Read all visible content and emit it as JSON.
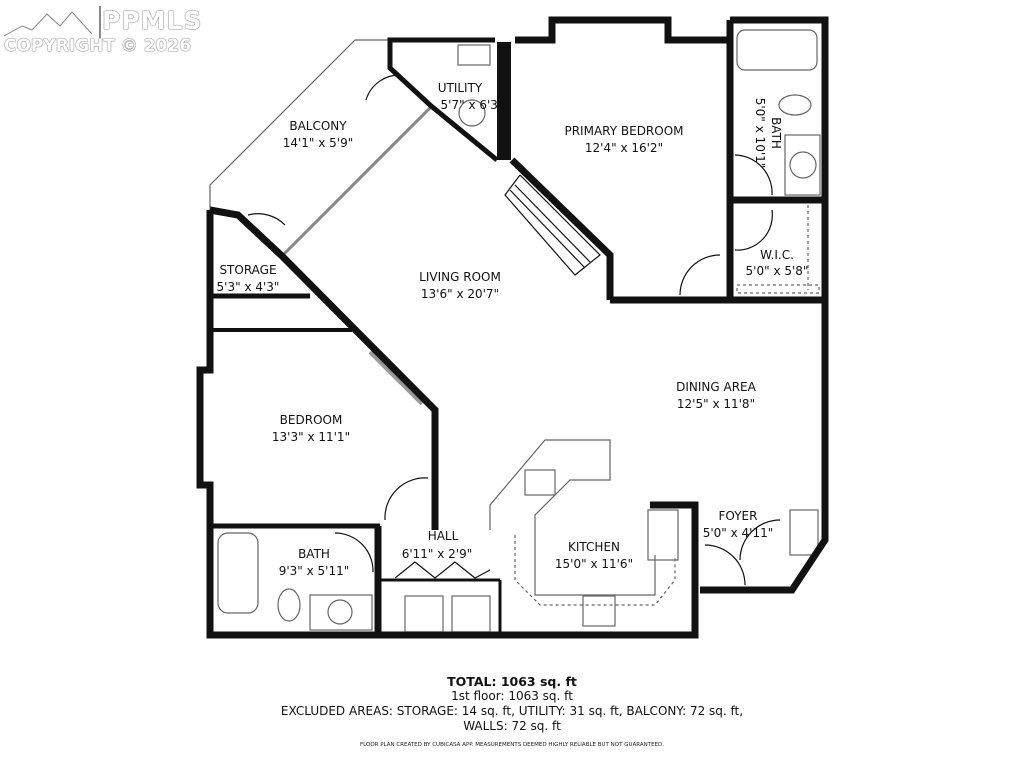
{
  "watermark": {
    "brand": "PPMLS",
    "copyright": "COPYRIGHT © 2026"
  },
  "rooms": {
    "balcony": {
      "name": "BALCONY",
      "dims": "14'1\" x 5'9\""
    },
    "utility": {
      "name": "UTILITY",
      "dims": "5'7\" x 6'3\""
    },
    "primary_bedroom": {
      "name": "PRIMARY BEDROOM",
      "dims": "12'4\" x 16'2\""
    },
    "primary_bath": {
      "name": "BATH",
      "dims": "5'0\" x 10'1\""
    },
    "wic": {
      "name": "W.I.C.",
      "dims": "5'0\" x 5'8\""
    },
    "storage": {
      "name": "STORAGE",
      "dims": "5'3\" x 4'3\""
    },
    "living_room": {
      "name": "LIVING ROOM",
      "dims": "13'6\" x 20'7\""
    },
    "dining_area": {
      "name": "DINING AREA",
      "dims": "12'5\" x 11'8\""
    },
    "bedroom": {
      "name": "BEDROOM",
      "dims": "13'3\" x 11'1\""
    },
    "bath": {
      "name": "BATH",
      "dims": "9'3\" x 5'11\""
    },
    "hall": {
      "name": "HALL",
      "dims": "6'11\" x 2'9\""
    },
    "kitchen": {
      "name": "KITCHEN",
      "dims": "15'0\" x 11'6\""
    },
    "foyer": {
      "name": "FOYER",
      "dims": "5'0\" x 4'11\""
    }
  },
  "summary": {
    "total": "TOTAL: 1063 sq. ft",
    "floor": "1st floor: 1063 sq. ft",
    "excluded": "EXCLUDED AREAS: STORAGE: 14 sq. ft, UTILITY: 31 sq. ft, BALCONY: 72 sq. ft,",
    "walls": "WALLS: 72 sq. ft",
    "credit": "FLOOR PLAN CREATED BY CUBICASA APP. MEASUREMENTS DEEMED HIGHLY RELIABLE BUT NOT GUARANTEED."
  }
}
